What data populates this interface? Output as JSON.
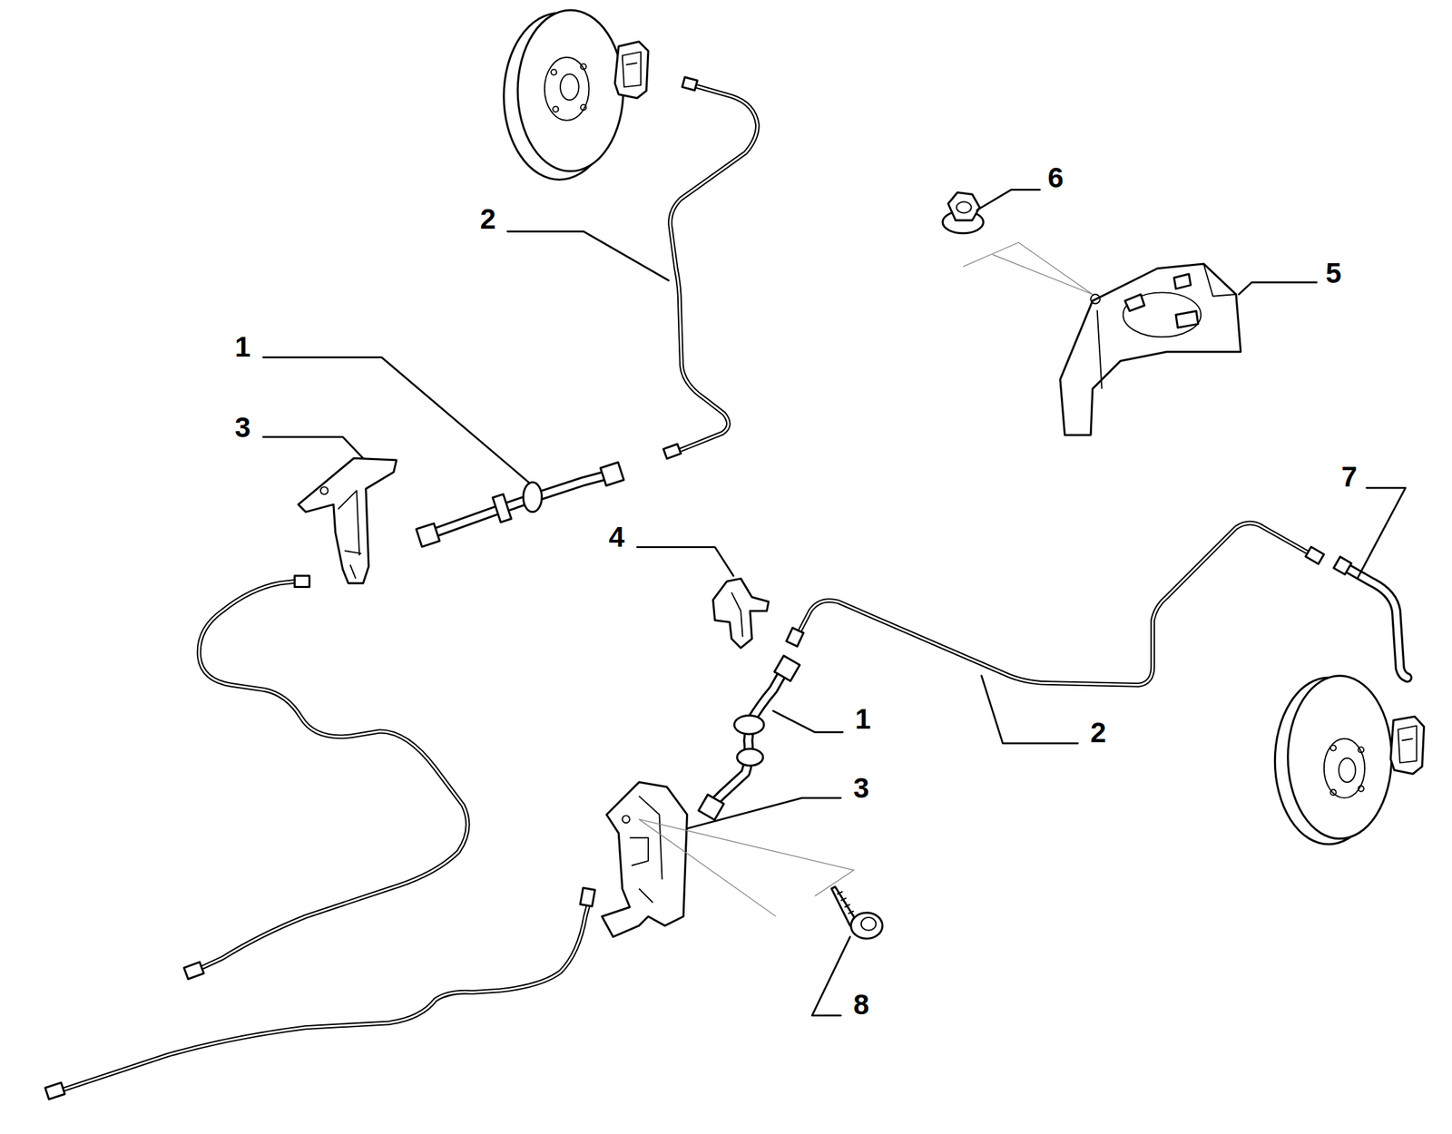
{
  "diagram": {
    "labels": [
      "6",
      "2",
      "5",
      "1",
      "3",
      "7",
      "4",
      "1",
      "2",
      "3",
      "8"
    ]
  }
}
